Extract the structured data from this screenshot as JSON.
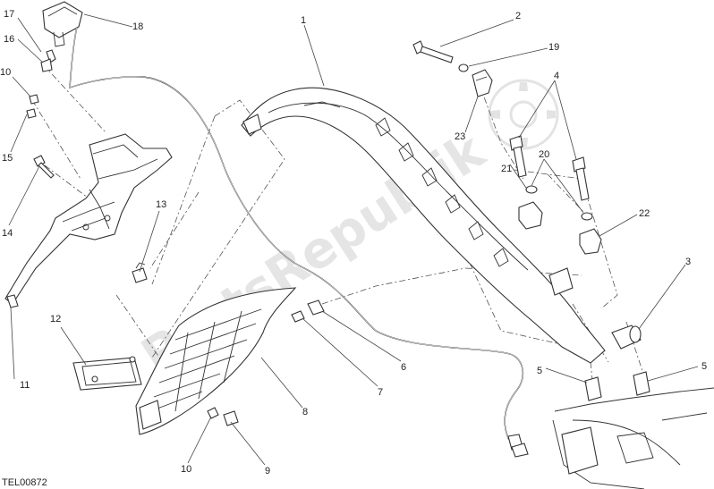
{
  "diagram": {
    "code": "TEL00872",
    "watermark": "PartsRepublik"
  },
  "callouts": {
    "c1": "1",
    "c2": "2",
    "c3": "3",
    "c4": "4",
    "c5a": "5",
    "c5b": "5",
    "c6": "6",
    "c7": "7",
    "c8": "8",
    "c9": "9",
    "c10a": "10",
    "c10b": "10",
    "c11": "11",
    "c12": "12",
    "c13": "13",
    "c14": "14",
    "c15": "15",
    "c16": "16",
    "c17": "17",
    "c18": "18",
    "c19": "19",
    "c20": "20",
    "c21": "21",
    "c22": "22",
    "c23": "23"
  }
}
